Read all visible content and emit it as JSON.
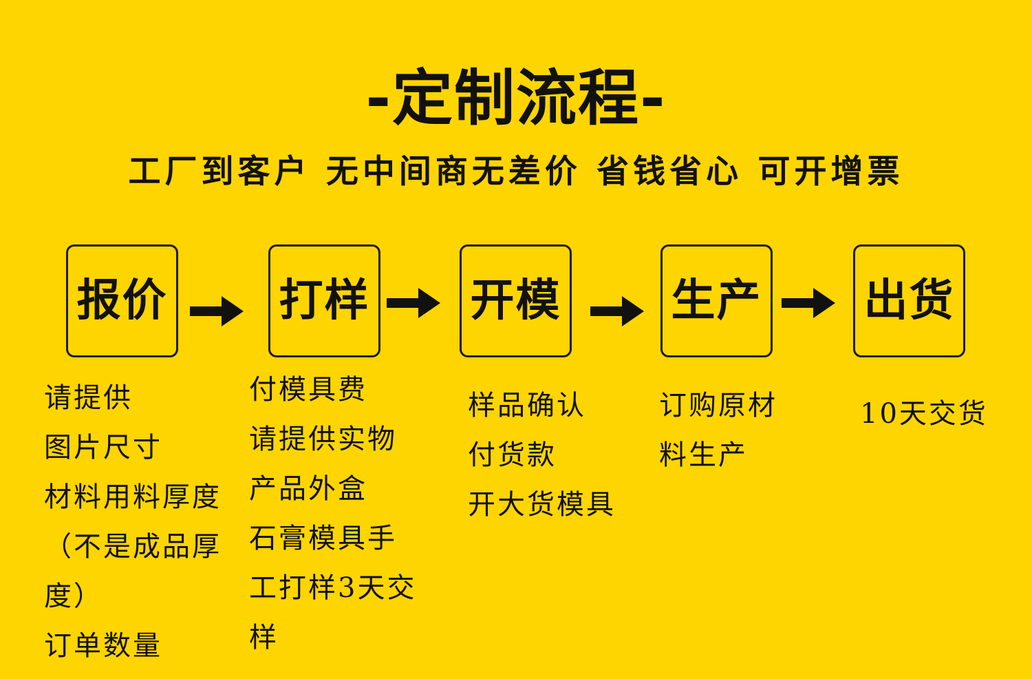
{
  "title": "-定制流程-",
  "subtitle": "工厂到客户 无中间商无差价 省钱省心 可开增票",
  "colors": {
    "background": "#FFD500",
    "ink": "#111111"
  },
  "steps": [
    {
      "label": "报价",
      "details": [
        "请提供",
        "图片尺寸",
        "材料用料厚度",
        "（不是成品厚",
        "度）",
        "订单数量"
      ]
    },
    {
      "label": "打样",
      "details": [
        "付模具费",
        "请提供实物",
        "产品外盒",
        "石膏模具手",
        "工打样3天交",
        "样"
      ]
    },
    {
      "label": "开模",
      "details": [
        "样品确认",
        "付货款",
        "开大货模具"
      ]
    },
    {
      "label": "生产",
      "details": [
        "订购原材",
        "料生产"
      ]
    },
    {
      "label": "出货",
      "details": [
        "10天交货"
      ]
    }
  ],
  "connector_icon": "right-arrow-icon"
}
